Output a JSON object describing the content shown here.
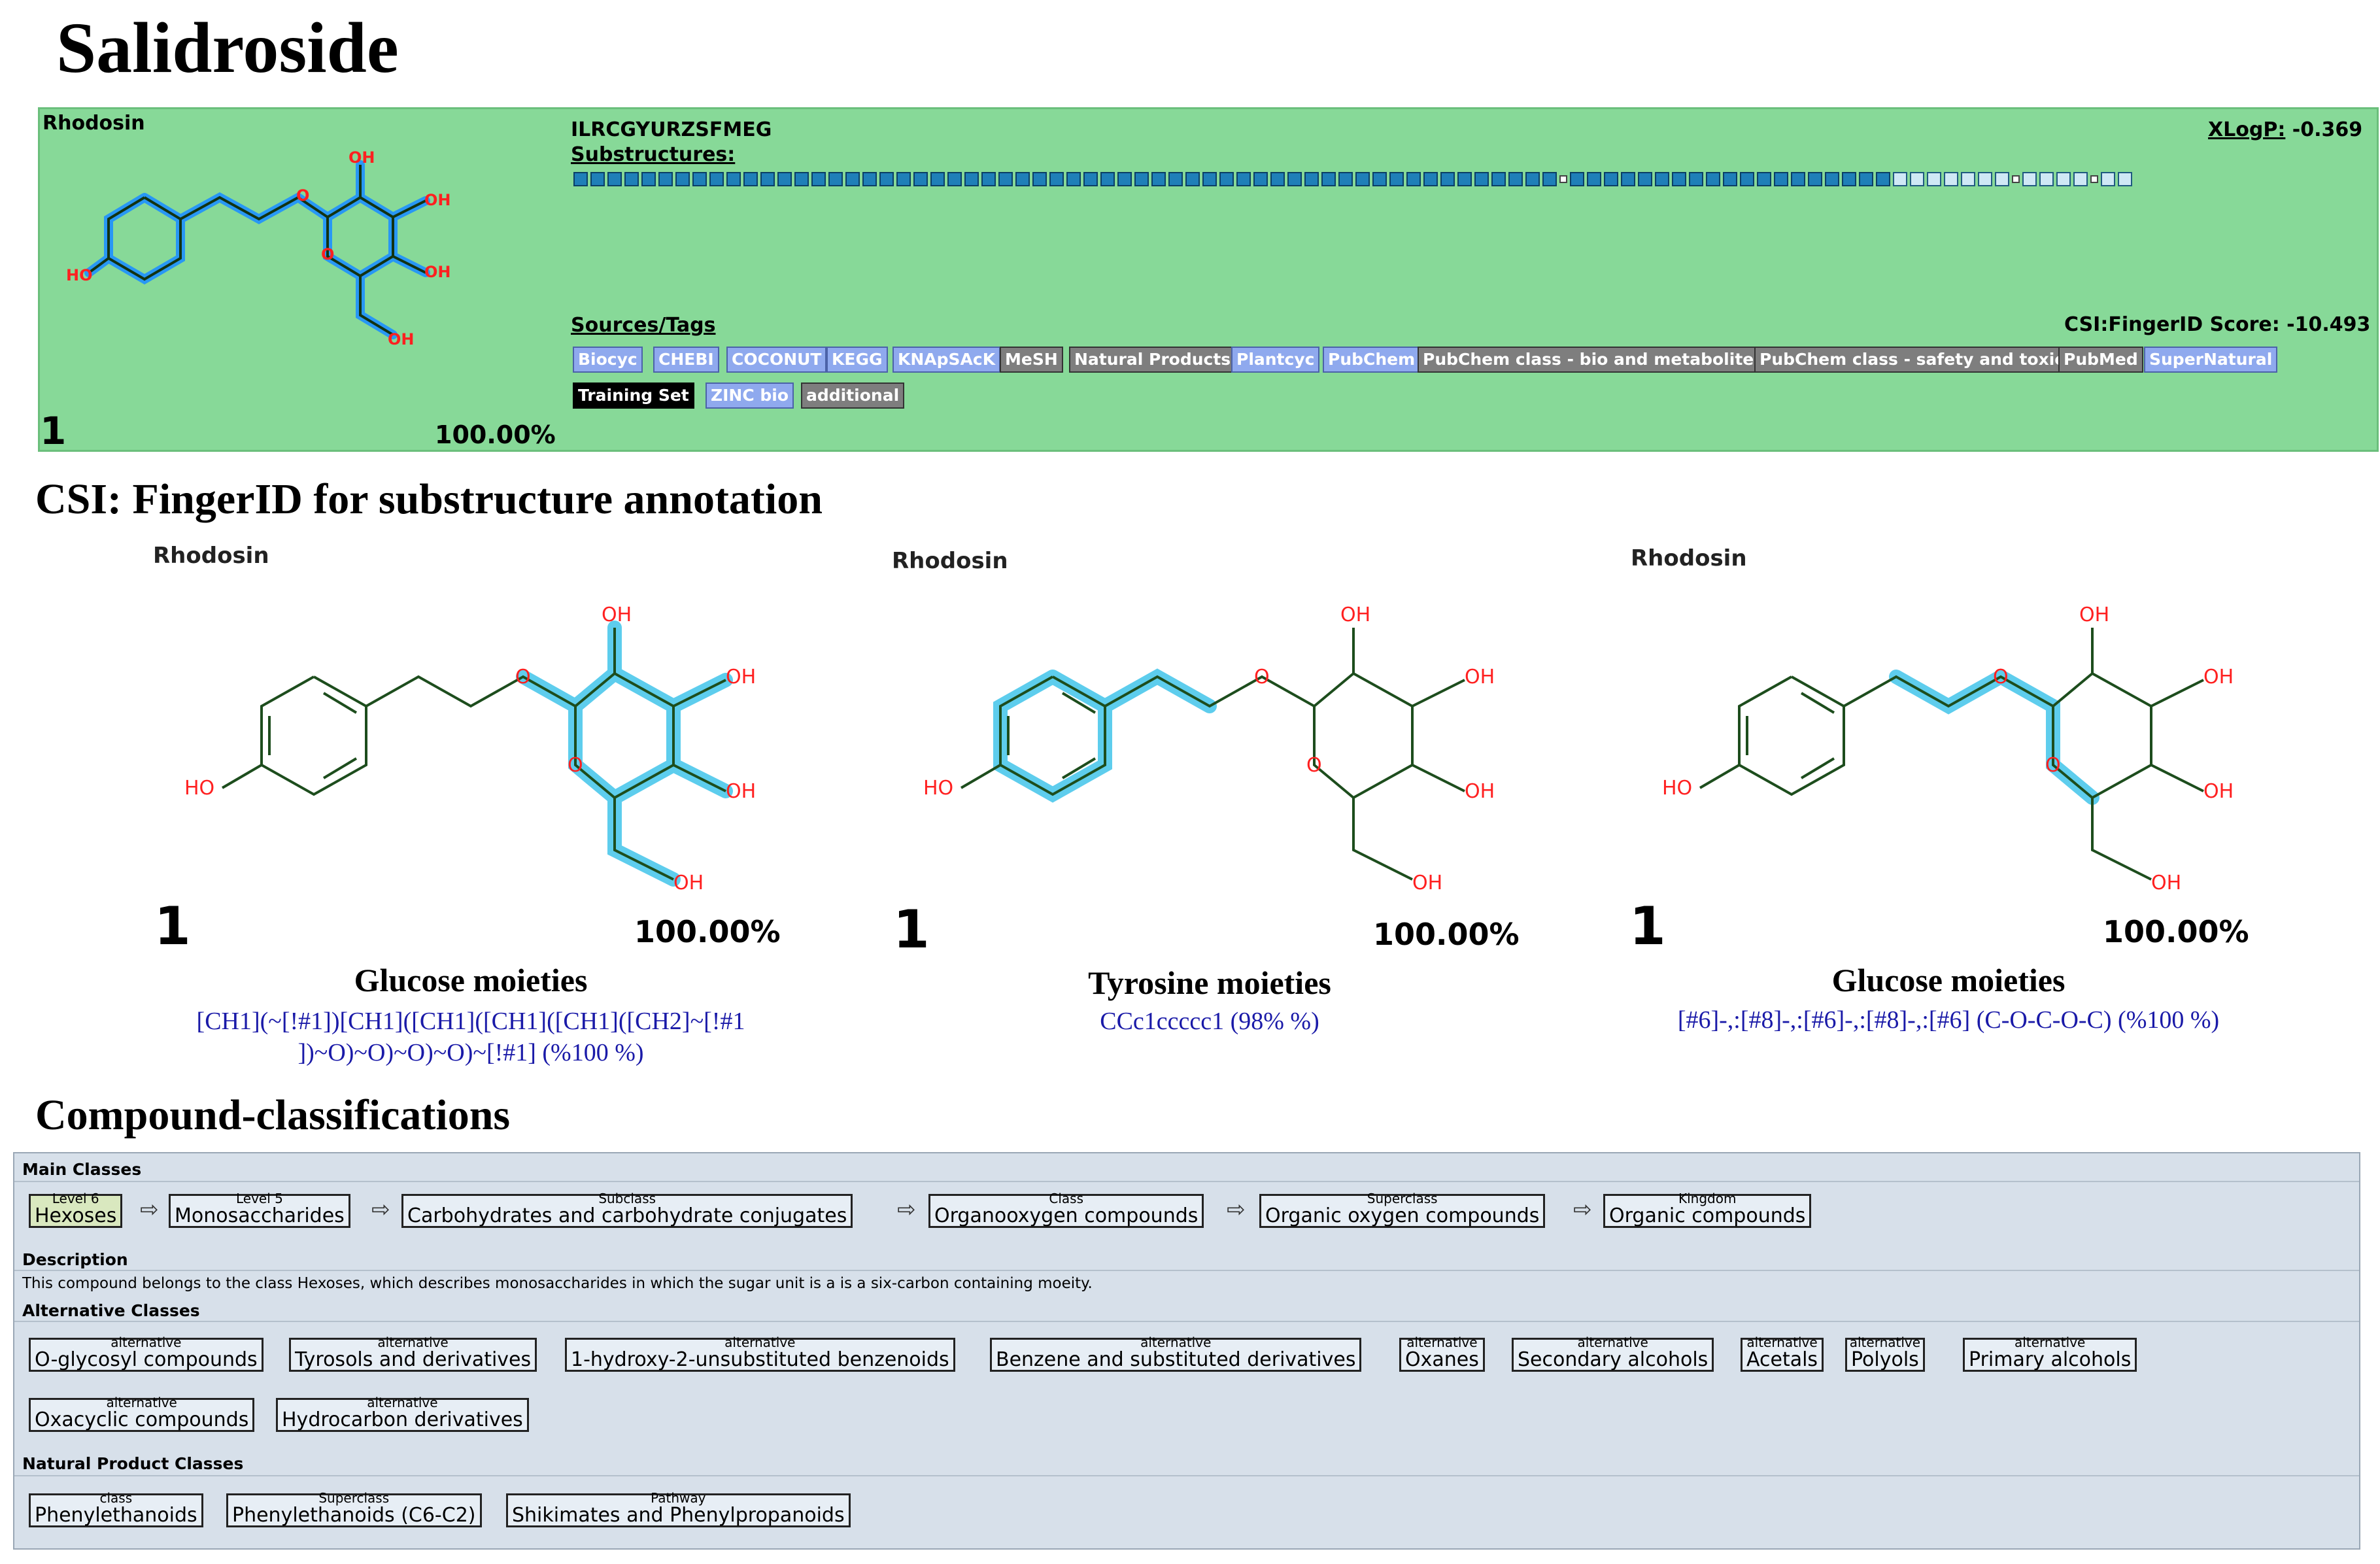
{
  "title": "Salidroside",
  "result": {
    "name": "Rhodosin",
    "rank": "1",
    "percent": "100.00%",
    "inchikey": "ILRCGYURZSFMEG",
    "substructures_label": "Substructures:",
    "xlogp_label": "XLogP:",
    "xlogp_value": "-0.369",
    "sources_label": "Sources/Tags",
    "score_text": "CSI:FingerID Score: -10.493",
    "tags": [
      {
        "label": "Biocyc",
        "style": "blue"
      },
      {
        "label": "CHEBI",
        "style": "blue"
      },
      {
        "label": "COCONUT",
        "style": "blue"
      },
      {
        "label": "KEGG",
        "style": "blue"
      },
      {
        "label": "KNApSAcK",
        "style": "blue"
      },
      {
        "label": "MeSH",
        "style": "grey"
      },
      {
        "label": "Natural Products",
        "style": "grey"
      },
      {
        "label": "Plantcyc",
        "style": "blue"
      },
      {
        "label": "PubChem",
        "style": "blue"
      },
      {
        "label": "PubChem class - bio and metabolites",
        "style": "grey"
      },
      {
        "label": "PubChem class - safety and toxic",
        "style": "grey"
      },
      {
        "label": "PubMed",
        "style": "grey"
      },
      {
        "label": "SuperNatural",
        "style": "blue"
      },
      {
        "label": "Training Set",
        "style": "black"
      },
      {
        "label": "ZINC bio",
        "style": "blue"
      },
      {
        "label": "additional",
        "style": "grey"
      }
    ]
  },
  "atoms": {
    "oh": "OH",
    "ho": "HO",
    "o": "O"
  },
  "csi_heading": "CSI: FingerID for substructure annotation",
  "cards": [
    {
      "name": "Rhodosin",
      "rank": "1",
      "percent": "100.00%",
      "title": "Glucose moieties",
      "smarts_line1": "[CH1](~[!#1])[CH1]([CH1]([CH1]([CH1]([CH2]~[!#1",
      "smarts_line2": "])~O)~O)~O)~O)~[!#1] (%100 %)"
    },
    {
      "name": "Rhodosin",
      "rank": "1",
      "percent": "100.00%",
      "title": "Tyrosine moieties",
      "smarts_line1": "CCc1ccccc1 (98% %)",
      "smarts_line2": ""
    },
    {
      "name": "Rhodosin",
      "rank": "1",
      "percent": "100.00%",
      "title": "Glucose moieties",
      "smarts_line1": "[#6]-,:[#8]-,:[#6]-,:[#8]-,:[#6] (C-O-C-O-C) (%100 %)",
      "smarts_line2": ""
    }
  ],
  "classification_heading": "Compound-classifications",
  "classification": {
    "main_label": "Main Classes",
    "main": [
      {
        "level": "Level 6",
        "name": "Hexoses"
      },
      {
        "level": "Level 5",
        "name": "Monosaccharides"
      },
      {
        "level": "Subclass",
        "name": "Carbohydrates and carbohydrate conjugates"
      },
      {
        "level": "Class",
        "name": "Organooxygen compounds"
      },
      {
        "level": "Superclass",
        "name": "Organic oxygen compounds"
      },
      {
        "level": "Kingdom",
        "name": "Organic compounds"
      }
    ],
    "arrow": "⇨",
    "description_label": "Description",
    "description": "This compound belongs to the class Hexoses, which describes monosaccharides in which the sugar unit is a is a six-carbon containing moeity.",
    "alternative_label": "Alternative Classes",
    "alternative_level": "alternative",
    "alternatives": [
      "O-glycosyl compounds",
      "Tyrosols and derivatives",
      "1-hydroxy-2-unsubstituted benzenoids",
      "Benzene and substituted derivatives",
      "Oxanes",
      "Secondary alcohols",
      "Acetals",
      "Polyols",
      "Primary alcohols",
      "Oxacyclic compounds",
      "Hydrocarbon derivatives"
    ],
    "np_label": "Natural Product Classes",
    "np": [
      {
        "level": "class",
        "name": "Phenylethanoids"
      },
      {
        "level": "Superclass",
        "name": "Phenylethanoids (C6-C2)"
      },
      {
        "level": "Pathway",
        "name": "Shikimates and Phenylpropanoids"
      }
    ]
  },
  "colors": {
    "panel": "#87d998",
    "highlight": "#19b8e6",
    "bond": "#1d4d1d",
    "atom": "#ff2020",
    "smarts": "#1a1aa8"
  }
}
